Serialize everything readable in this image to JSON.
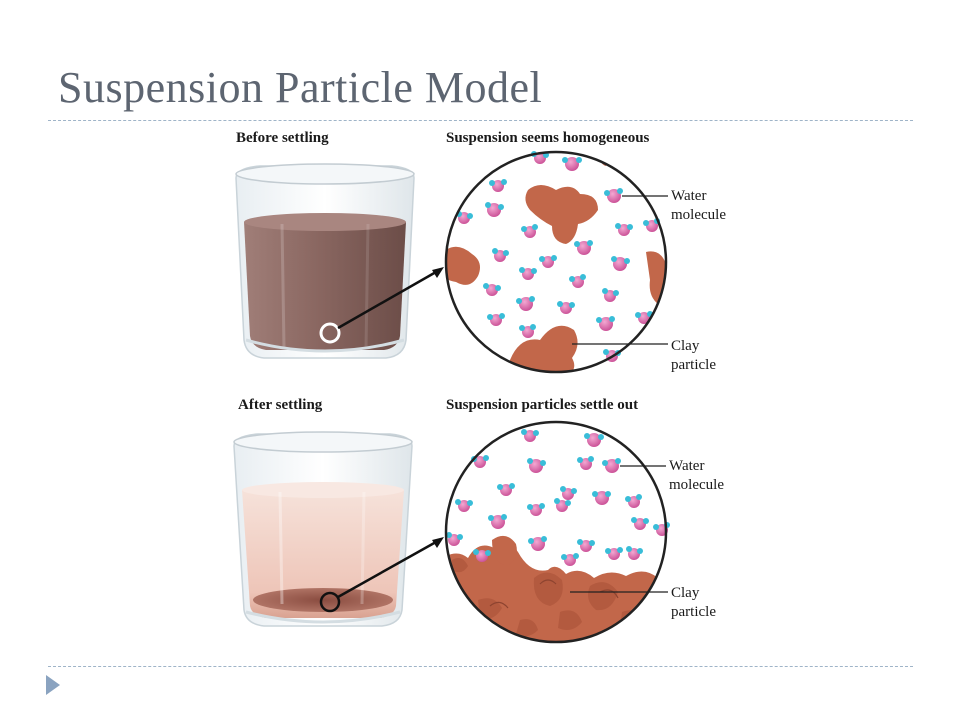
{
  "slide": {
    "title": "Suspension Particle Model"
  },
  "panel_before": {
    "left_heading": "Before settling",
    "right_heading": "Suspension seems homogeneous",
    "water_label_line1": "Water",
    "water_label_line2": "molecule",
    "clay_label_line1": "Clay",
    "clay_label_line2": "particle"
  },
  "panel_after": {
    "left_heading": "After settling",
    "right_heading": "Suspension particles settle out",
    "water_label_line1": "Water",
    "water_label_line2": "molecule",
    "clay_label_line1": "Clay",
    "clay_label_line2": "particle"
  },
  "colors": {
    "title": "#5d6571",
    "muddy_water": "#8b6a65",
    "settled_water": "#f0d2c8",
    "clay": "#c2674a",
    "water_oxygen": "#d865a8",
    "water_hydrogen": "#39bdd8",
    "accent_bullet": "#8aa3c0"
  }
}
